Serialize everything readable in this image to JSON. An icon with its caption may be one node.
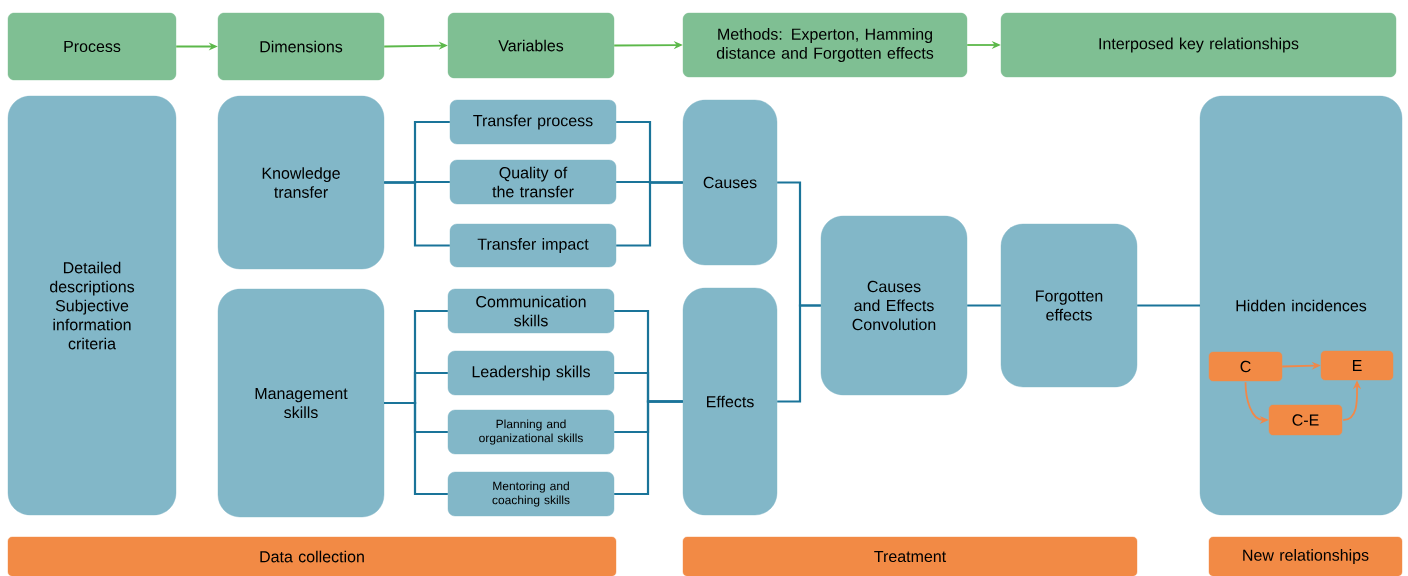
{
  "diagram": {
    "nodes": [
      {
        "text": [
          "Process"
        ]
      },
      {
        "text": [
          "Dimensions"
        ]
      },
      {
        "text": [
          "Variables"
        ]
      },
      {
        "text": [
          "Methods: Experton, Hamming distance and Forgotten effects"
        ]
      },
      {
        "text": [
          "Interposed key relationships"
        ]
      },
      {
        "text": [
          "Detailed descriptions Subjective information criteria"
        ]
      },
      {
        "text": [
          "Knowledge transfer"
        ]
      },
      {
        "text": [
          "Management skills"
        ]
      },
      {
        "text": [
          "Transfer process"
        ]
      },
      {
        "text": [
          "Quality of the transfer"
        ]
      },
      {
        "text": [
          "Transfer impact"
        ]
      },
      {
        "text": [
          "Communication skills"
        ]
      },
      {
        "text": [
          "Leadership skills"
        ]
      },
      {
        "text": [
          "Planning and organizational skills"
        ]
      },
      {
        "text": [
          "Mentoring and coaching skills"
        ]
      },
      {
        "text": [
          "Causes"
        ]
      },
      {
        "text": [
          "Effects"
        ]
      },
      {
        "text": [
          "Causes and Effects Convolution"
        ]
      },
      {
        "text": [
          "Forgotten effects"
        ]
      },
      {
        "text": [
          "Hidden incidences"
        ]
      },
      {
        "text": [
          "C"
        ],
        "in": 19
      },
      {
        "text": [
          "E"
        ],
        "in": 19
      },
      {
        "text": [
          "C-E"
        ],
        "in": 19
      },
      {
        "text": [
          "Data collection"
        ]
      },
      {
        "text": [
          "Treatment"
        ]
      },
      {
        "text": [
          "New relationships"
        ]
      }
    ],
    "edges": [
      {
        "from": 0,
        "to": 1,
        "arrow": "to",
        "color": "#5cb84a"
      },
      {
        "from": 1,
        "to": 2,
        "arrow": "to",
        "color": "#5cb84a"
      },
      {
        "from": 2,
        "to": 3,
        "arrow": "to",
        "color": "#5cb84a"
      },
      {
        "from": 3,
        "to": 4,
        "arrow": "to",
        "color": "#5cb84a"
      },
      {
        "from": 6,
        "to": 8,
        "arrow": "none"
      },
      {
        "from": 6,
        "to": 9,
        "arrow": "none"
      },
      {
        "from": 6,
        "to": 10,
        "arrow": "none"
      },
      {
        "from": 8,
        "to": 15,
        "arrow": "none"
      },
      {
        "from": 9,
        "to": 15,
        "arrow": "none"
      },
      {
        "from": 10,
        "to": 15,
        "arrow": "none"
      },
      {
        "from": 7,
        "to": 11,
        "arrow": "none"
      },
      {
        "from": 7,
        "to": 12,
        "arrow": "none"
      },
      {
        "from": 7,
        "to": 13,
        "arrow": "none"
      },
      {
        "from": 7,
        "to": 14,
        "arrow": "none"
      },
      {
        "from": 11,
        "to": 16,
        "arrow": "none"
      },
      {
        "from": 12,
        "to": 16,
        "arrow": "none"
      },
      {
        "from": 13,
        "to": 16,
        "arrow": "none"
      },
      {
        "from": 14,
        "to": 16,
        "arrow": "none"
      },
      {
        "from": 15,
        "to": 17,
        "arrow": "none"
      },
      {
        "from": 16,
        "to": 17,
        "arrow": "none"
      },
      {
        "from": 17,
        "to": 18,
        "arrow": "none"
      },
      {
        "from": 18,
        "to": 19,
        "arrow": "none"
      },
      {
        "from": 20,
        "to": 21,
        "arrow": "to",
        "color": "#f0884a"
      },
      {
        "from": 20,
        "to": 22,
        "arrow": "to",
        "color": "#f0884a"
      },
      {
        "from": 22,
        "to": 21,
        "arrow": "to",
        "color": "#f0884a"
      }
    ]
  }
}
